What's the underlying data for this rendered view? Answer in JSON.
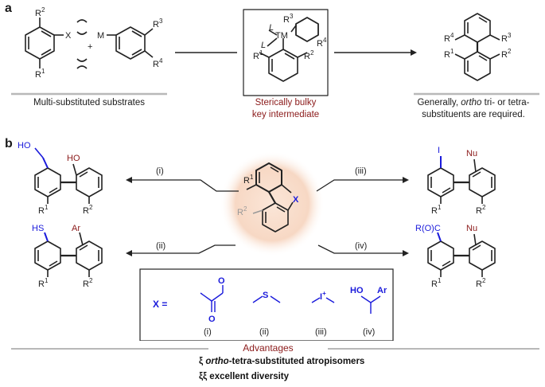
{
  "panel_a": {
    "letter": "a",
    "left_caption": "Multi-substituted substrates",
    "middle_caption_line1": "Sterically bulky",
    "middle_caption_line2": "key intermediate",
    "right_caption_line1_prefix": "Generally, ",
    "right_caption_line1_emph": "ortho",
    "right_caption_line1_suffix": " tri- or tetra-",
    "right_caption_line2": "substituents are required.",
    "labels": {
      "r1": "R",
      "r2": "R",
      "r3": "R",
      "r4": "R",
      "sup1": "1",
      "sup2": "2",
      "sup3": "3",
      "sup4": "4",
      "x": "X",
      "m": "M",
      "plus": "+",
      "tm": "TM",
      "l": "L"
    }
  },
  "panel_b": {
    "letter": "b",
    "steps": [
      "(i)",
      "(ii)",
      "(iii)",
      "(iv)"
    ],
    "labels": {
      "ho_top": "HO",
      "ho_phenol": "HO",
      "hs": "HS",
      "ar": "Ar",
      "iodo": "I",
      "nu": "Nu",
      "rocc": "R(O)C",
      "x": "X",
      "r": "R",
      "sup1": "1",
      "sup2": "2"
    },
    "x_def_label": "X =",
    "x_options": [
      {
        "tag": "(i)",
        "atoms": "O"
      },
      {
        "tag": "(ii)",
        "atoms": "S"
      },
      {
        "tag": "(iii)",
        "atoms": "I"
      },
      {
        "tag": "(iv)",
        "atoms": "HO Ar"
      }
    ],
    "x_atom_o": "O",
    "x_atom_s": "S",
    "x_atom_i": "I",
    "x_atom_plus": "+",
    "x_atom_ho": "HO",
    "x_atom_ar": "Ar",
    "advantages_title": "Advantages",
    "bullets": [
      {
        "marker": "ξ ",
        "emph": "ortho",
        "text": "-tetra-substituted atropisomers"
      },
      {
        "marker": "ξξ ",
        "emph": "",
        "text": "excellent diversity"
      }
    ]
  },
  "colors": {
    "accent_red": "#8b1a1a",
    "accent_blue": "#1a1adb",
    "glow": "#f7d8c4",
    "grey_rule": "#b8b8b8"
  }
}
